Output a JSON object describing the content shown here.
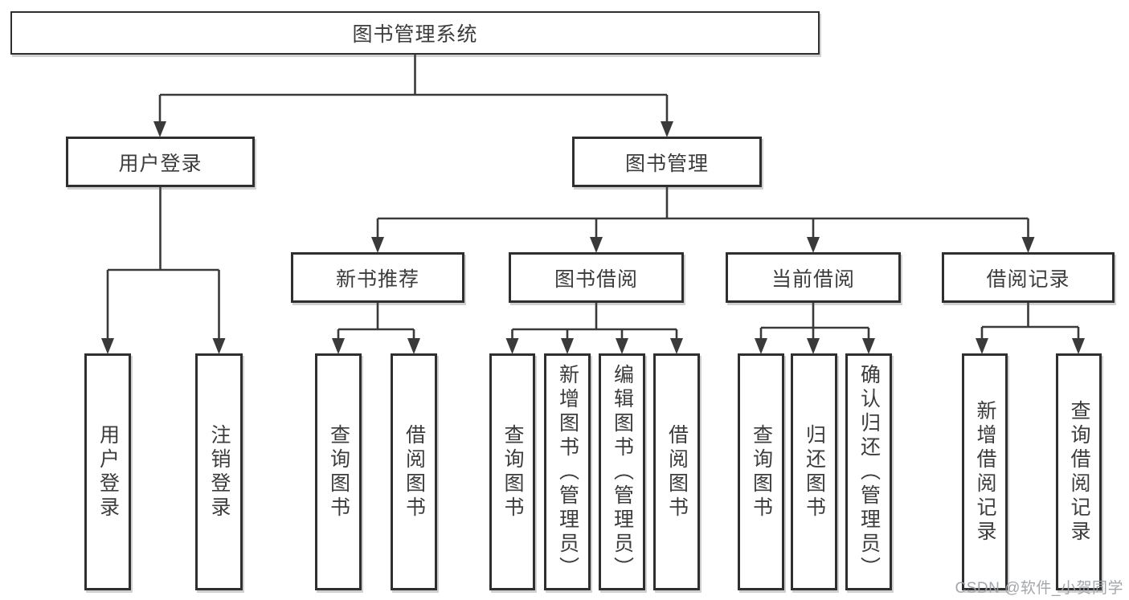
{
  "diagram": {
    "root": {
      "label": "图书管理系统"
    },
    "branches": [
      {
        "label": "用户登录",
        "children": [
          {
            "label": "用户登录"
          },
          {
            "label": "注销登录"
          }
        ]
      },
      {
        "label": "图书管理",
        "children": [
          {
            "label": "新书推荐",
            "children": [
              {
                "label": "查询图书"
              },
              {
                "label": "借阅图书"
              }
            ]
          },
          {
            "label": "图书借阅",
            "children": [
              {
                "label": "查询图书"
              },
              {
                "label": "新增图书（管理员）"
              },
              {
                "label": "编辑图书（管理员）"
              },
              {
                "label": "借阅图书"
              }
            ]
          },
          {
            "label": "当前借阅",
            "children": [
              {
                "label": "查询图书"
              },
              {
                "label": "归还图书"
              },
              {
                "label": "确认归还（管理员）"
              }
            ]
          },
          {
            "label": "借阅记录",
            "children": [
              {
                "label": "新增借阅记录"
              },
              {
                "label": "查询借阅记录"
              }
            ]
          }
        ]
      }
    ]
  },
  "watermark": {
    "text": "CSDN @软件_小贺同学"
  },
  "colors": {
    "line": "#3a3a3a",
    "box_border": "#2f2f2f",
    "text": "#3c3c3c",
    "watermark": "#9ea1a8",
    "background": "#ffffff"
  }
}
